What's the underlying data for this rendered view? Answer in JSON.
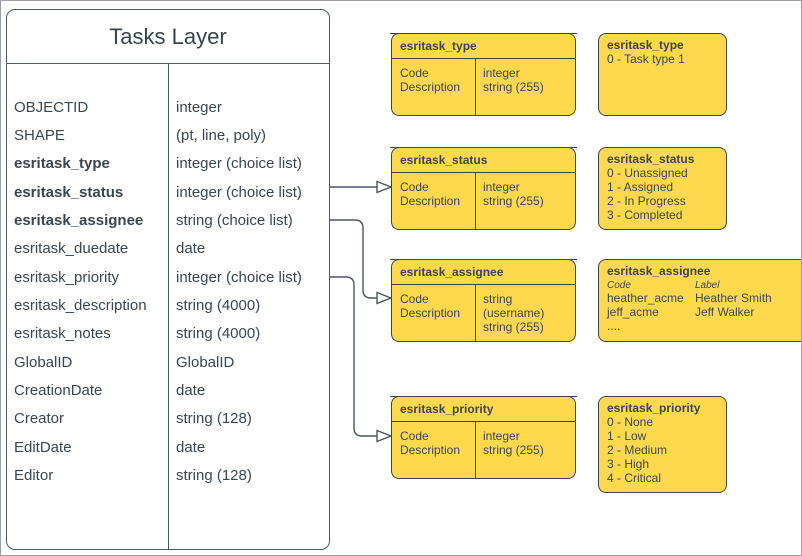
{
  "diagram": {
    "entity": {
      "title": "Tasks Layer",
      "fields": [
        {
          "name": "OBJECTID",
          "type": "integer",
          "bold": false
        },
        {
          "name": "SHAPE",
          "type": "(pt, line, poly)",
          "bold": false
        },
        {
          "name": "esritask_type",
          "type": "integer (choice list)",
          "bold": true
        },
        {
          "name": "esritask_status",
          "type": "integer (choice list)",
          "bold": true
        },
        {
          "name": "esritask_assignee",
          "type": "string (choice list)",
          "bold": true
        },
        {
          "name": "esritask_duedate",
          "type": "date",
          "bold": false
        },
        {
          "name": "esritask_priority",
          "type": "integer (choice list)",
          "bold": false
        },
        {
          "name": "esritask_description",
          "type": "string (4000)",
          "bold": false
        },
        {
          "name": "esritask_notes",
          "type": "string (4000)",
          "bold": false
        },
        {
          "name": "GlobalID",
          "type": "GlobalID",
          "bold": false
        },
        {
          "name": "CreationDate",
          "type": "date",
          "bold": false
        },
        {
          "name": "Creator",
          "type": "string (128)",
          "bold": false
        },
        {
          "name": "EditDate",
          "type": "date",
          "bold": false
        },
        {
          "name": "Editor",
          "type": "string (128)",
          "bold": false
        }
      ]
    },
    "domains": [
      {
        "title": "esritask_type",
        "left_rows": [
          "Code",
          "Description"
        ],
        "right_rows": [
          "integer",
          "string (255)"
        ]
      },
      {
        "title": "esritask_status",
        "left_rows": [
          "Code",
          "Description"
        ],
        "right_rows": [
          "integer",
          "string (255)"
        ]
      },
      {
        "title": "esritask_assignee",
        "left_rows": [
          "Code",
          "Description"
        ],
        "right_rows": [
          "string  (username)",
          "string (255)"
        ]
      },
      {
        "title": "esritask_priority",
        "left_rows": [
          "Code",
          "Description"
        ],
        "right_rows": [
          "integer",
          "string (255)"
        ]
      }
    ],
    "value_lists": [
      {
        "title": "esritask_type",
        "values": [
          "0 - Task type 1"
        ]
      },
      {
        "title": "esritask_status",
        "values": [
          "0 - Unassigned",
          "1 - Assigned",
          "2 - In Progress",
          "3 - Completed"
        ]
      },
      {
        "title": "esritask_assignee",
        "table": {
          "headers": [
            "Code",
            "Label"
          ],
          "rows": [
            [
              "heather_acme",
              "Heather Smith"
            ],
            [
              "jeff_acme",
              "Jeff Walker"
            ]
          ],
          "more": "...."
        }
      },
      {
        "title": "esritask_priority",
        "values": [
          "0 - None",
          "1 - Low",
          "2 - Medium",
          "3 - High",
          "4 - Critical"
        ]
      }
    ],
    "colors": {
      "domain_fill": "#FFD94D",
      "domain_border": "#424242",
      "entity_border": "#4D5661",
      "text": "#3A4650",
      "connector": "#4D5661"
    }
  }
}
